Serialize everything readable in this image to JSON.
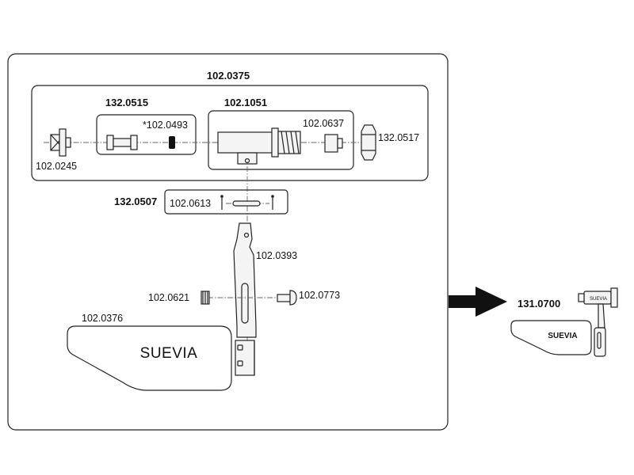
{
  "labels": {
    "assembly_main": "102.0375",
    "sub_kit_left": "132.0515",
    "sub_kit_right": "102.1051",
    "plug": "102.0245",
    "seal_insert": "*102.0493",
    "nut_small": "102.0637",
    "hex_nut": "132.0517",
    "pin_kit": "132.0507",
    "pin": "102.0613",
    "lever": "102.0393",
    "knob": "102.0621",
    "bolt": "102.0773",
    "trough": "102.0376",
    "complete_unit": "131.0700"
  },
  "brand": "SUEVIA",
  "brand_small": "SUEVIA"
}
